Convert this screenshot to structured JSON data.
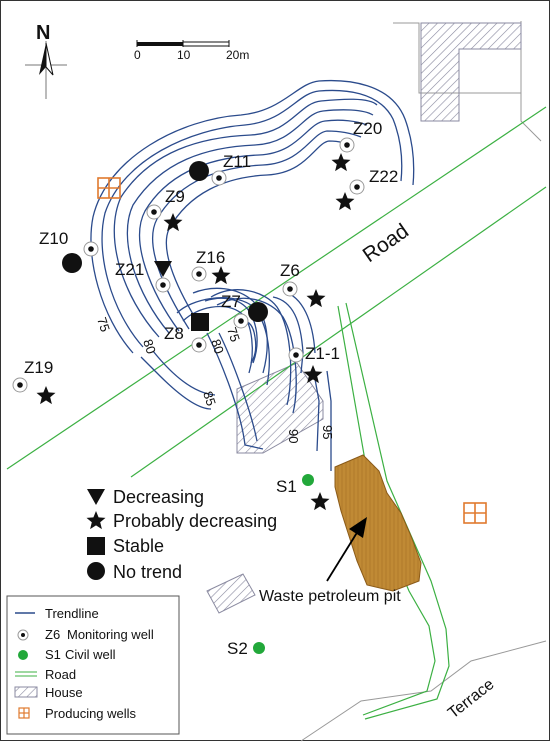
{
  "north_label": "N",
  "scale_bar": {
    "ticks": [
      "0",
      "10",
      "20m"
    ]
  },
  "road_label": "Road",
  "terrace_label": "Terrace",
  "pit_label": "Waste petroleum pit",
  "contour_labels": [
    "75",
    "80",
    "85",
    "75",
    "80",
    "90",
    "95"
  ],
  "monitoring_wells": [
    {
      "id": "Z11",
      "trend": "no-trend"
    },
    {
      "id": "Z20",
      "trend": "probably-decreasing"
    },
    {
      "id": "Z22",
      "trend": "probably-decreasing"
    },
    {
      "id": "Z9",
      "trend": "probably-decreasing"
    },
    {
      "id": "Z10",
      "trend": "no-trend"
    },
    {
      "id": "Z21",
      "trend": "decreasing"
    },
    {
      "id": "Z16",
      "trend": "probably-decreasing"
    },
    {
      "id": "Z6",
      "trend": "probably-decreasing"
    },
    {
      "id": "Z7",
      "trend": "no-trend"
    },
    {
      "id": "Z8",
      "trend": "stable"
    },
    {
      "id": "Z1-1",
      "trend": "probably-decreasing"
    },
    {
      "id": "Z19",
      "trend": "probably-decreasing"
    }
  ],
  "civil_wells": [
    {
      "id": "S1",
      "trend": "probably-decreasing"
    },
    {
      "id": "S2"
    }
  ],
  "trend_legend": [
    {
      "symbol": "triangle-down",
      "label": "Decreasing"
    },
    {
      "symbol": "star",
      "label": "Probably decreasing"
    },
    {
      "symbol": "square",
      "label": "Stable"
    },
    {
      "symbol": "circle",
      "label": "No trend"
    }
  ],
  "map_legend": {
    "trendline": "Trendline",
    "monitoring_well_example": "Z6",
    "monitoring_well": "Monitoring well",
    "civil_well_example": "S1",
    "civil_well": "Civil well",
    "road": "Road",
    "house": "House",
    "producing_wells": "Producing wells"
  },
  "colors": {
    "contour": "#2b4b8c",
    "road": "#3cb043",
    "civil_well": "#22a83a",
    "producing_well": "#e07a2e",
    "pit_fill": "#c08a35",
    "house_hatch": "#8a8aa0",
    "terrain_line": "#999999"
  }
}
